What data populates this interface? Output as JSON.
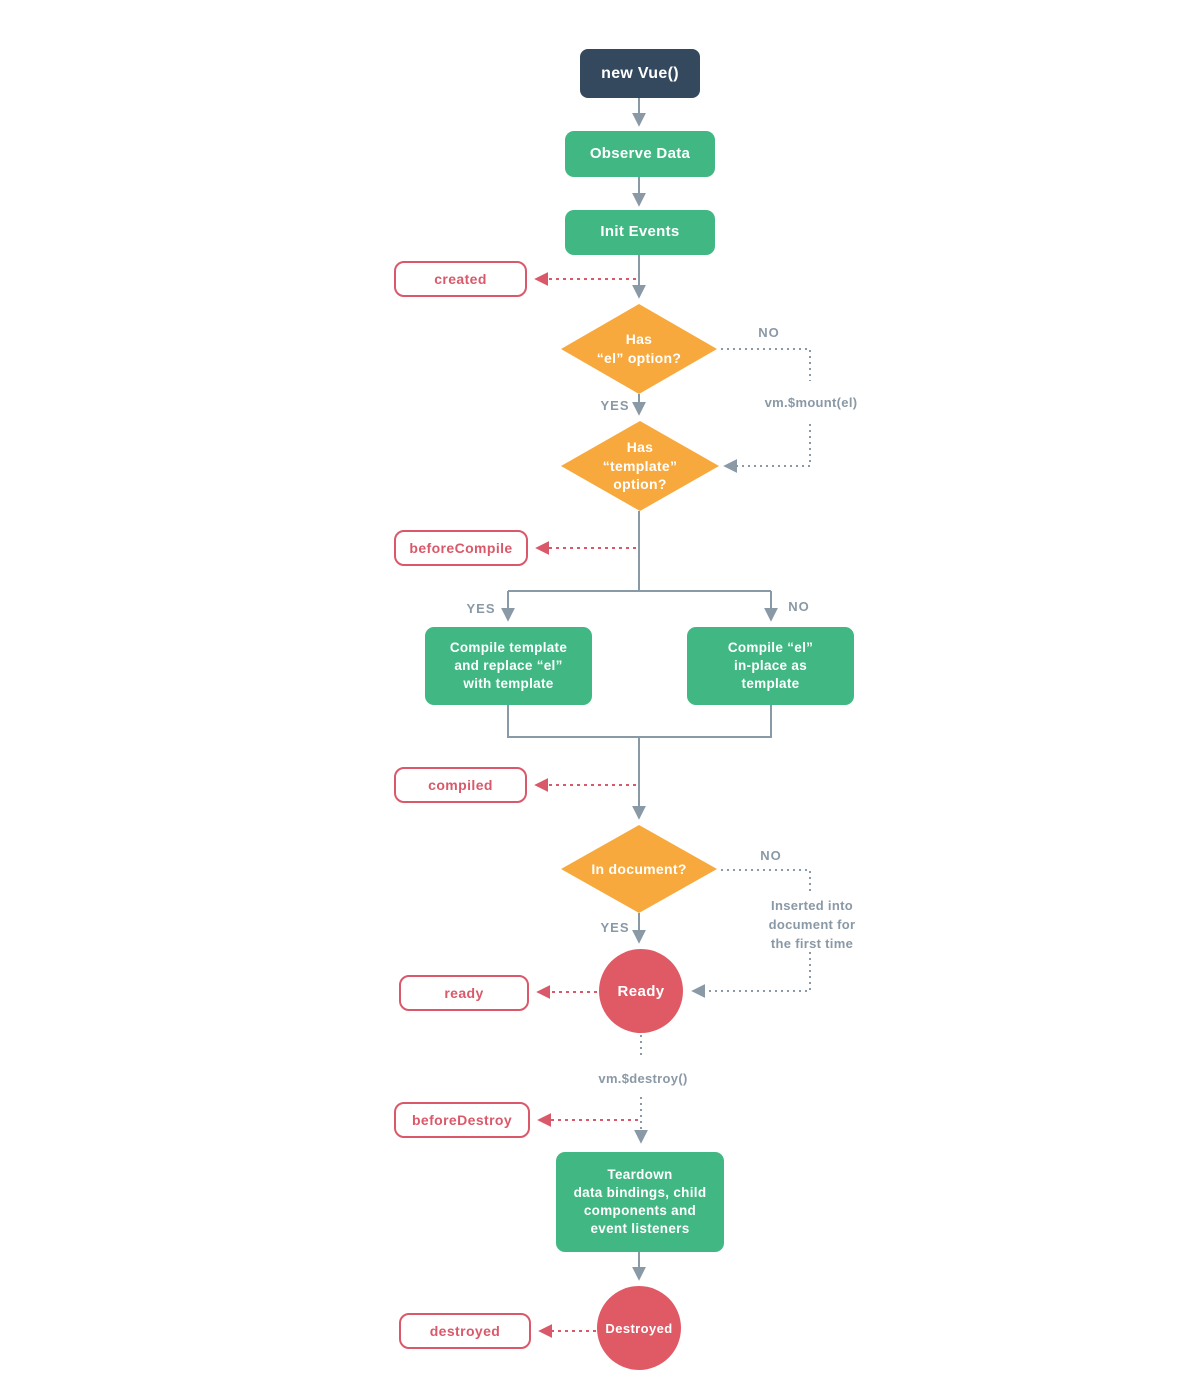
{
  "nodes": {
    "new_vue": "new Vue()",
    "observe_data": "Observe Data",
    "init_events": "Init Events",
    "compile_template": "Compile template\nand replace “el”\nwith template",
    "compile_el_inplace": "Compile “el”\nin-place as\ntemplate",
    "teardown": "Teardown\ndata bindings, child\ncomponents and\nevent listeners",
    "ready_state": "Ready",
    "destroyed_state": "Destroyed"
  },
  "decisions": {
    "has_el": "Has\n“el” option?",
    "has_template": "Has\n“template”\noption?",
    "in_document": "In document?"
  },
  "hooks": {
    "created": "created",
    "before_compile": "beforeCompile",
    "compiled": "compiled",
    "ready": "ready",
    "before_destroy": "beforeDestroy",
    "destroyed": "destroyed"
  },
  "edge_labels": {
    "yes": "YES",
    "no": "NO",
    "mount": "vm.$mount(el)",
    "destroy": "vm.$destroy()",
    "inserted": "Inserted into\ndocument for\nthe first time"
  },
  "colors": {
    "navy": "#35495E",
    "green": "#41B883",
    "orange": "#F8A93D",
    "red_fill": "#DF5A64",
    "red_hook": "#D9596A",
    "gray_line": "#8A99A6"
  }
}
